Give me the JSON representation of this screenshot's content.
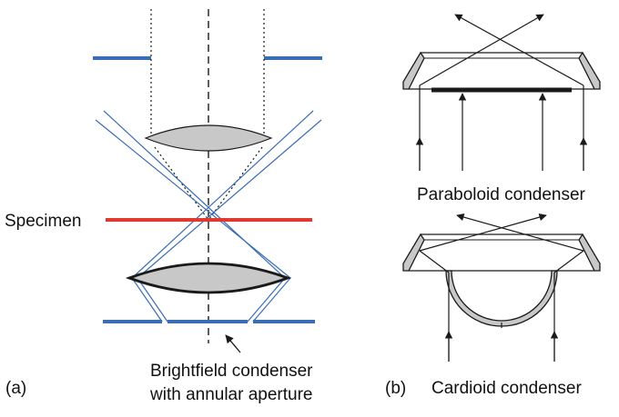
{
  "labels": {
    "specimen": "Specimen",
    "brightfield_line1": "Brightfield condenser",
    "brightfield_line2": "with annular aperture",
    "panel_a": "(a)",
    "panel_b": "(b)",
    "paraboloid": "Paraboloid condenser",
    "cardioid": "Cardioid condenser"
  },
  "colors": {
    "aperture_blue": "#3b6db4",
    "specimen_red": "#e03a2f",
    "ray_blue": "#3b6db4",
    "lens_fill": "#c8c8c8",
    "outline": "#1a1a1a"
  }
}
